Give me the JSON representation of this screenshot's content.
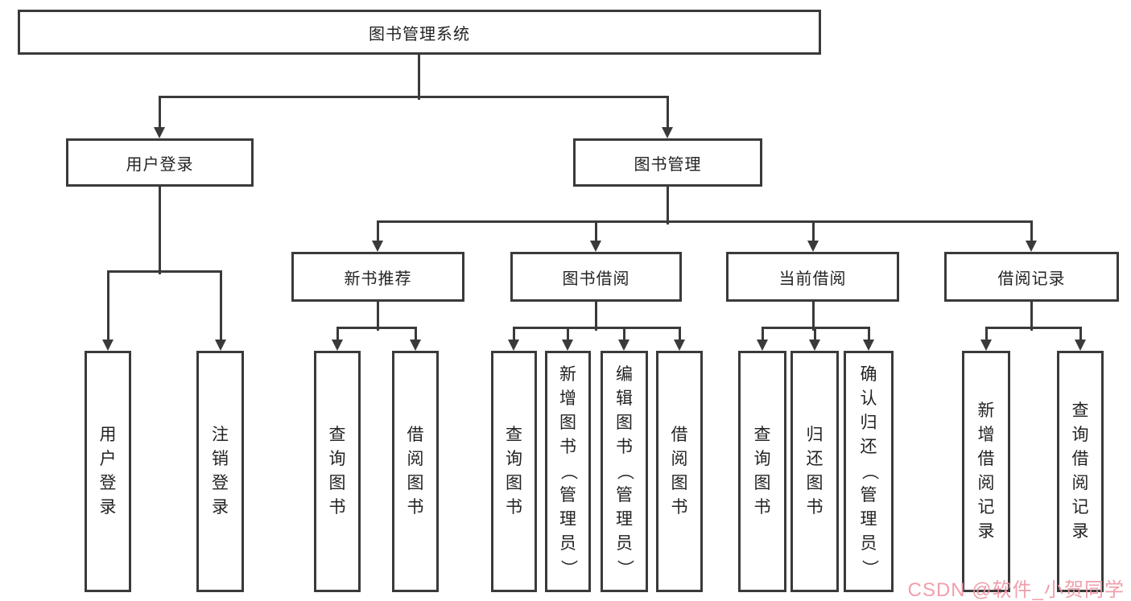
{
  "tree": {
    "root": {
      "label": "图书管理系统"
    },
    "branches": [
      {
        "label": "用户登录",
        "children": [
          {
            "label": "用户登录"
          },
          {
            "label": "注销登录"
          }
        ]
      },
      {
        "label": "图书管理",
        "children": [
          {
            "label": "新书推荐",
            "children": [
              {
                "label": "查询图书"
              },
              {
                "label": "借阅图书"
              }
            ]
          },
          {
            "label": "图书借阅",
            "children": [
              {
                "label": "查询图书"
              },
              {
                "label": "新增图书（管理员）"
              },
              {
                "label": "编辑图书（管理员）"
              },
              {
                "label": "借阅图书"
              }
            ]
          },
          {
            "label": "当前借阅",
            "children": [
              {
                "label": "查询图书"
              },
              {
                "label": "归还图书"
              },
              {
                "label": "确认归还（管理员）"
              }
            ]
          },
          {
            "label": "借阅记录",
            "children": [
              {
                "label": "新增借阅记录"
              },
              {
                "label": "查询借阅记录"
              }
            ]
          }
        ]
      }
    ]
  },
  "watermark": {
    "text": "CSDN @软件_小贺同学",
    "color": "#ee95a3"
  },
  "line_color": "#3a3a3a"
}
